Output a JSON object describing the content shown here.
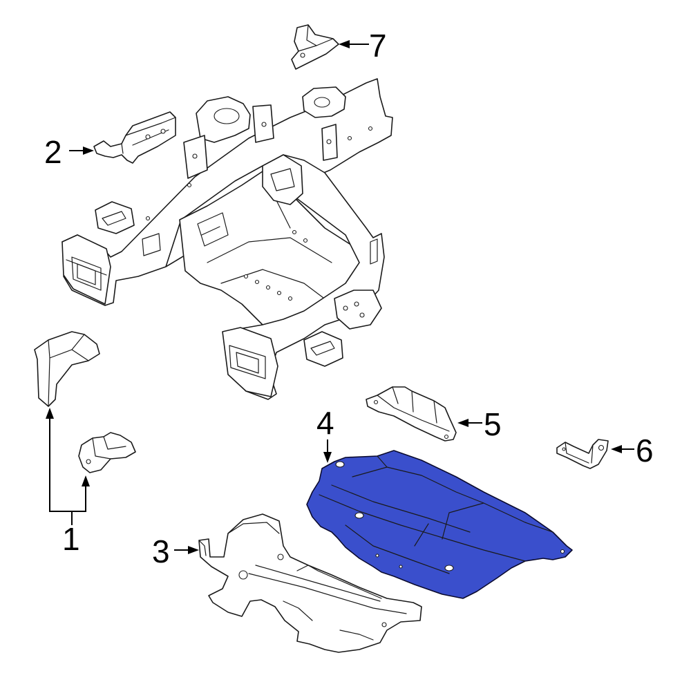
{
  "colors": {
    "highlight": "#3a4fcc",
    "highlight_stroke": "#0a0a2e",
    "line": "#1a1a1a",
    "background": "#ffffff"
  },
  "callouts": {
    "c1": "1",
    "c2": "2",
    "c3": "3",
    "c4": "4",
    "c5": "5",
    "c6": "6",
    "c7": "7"
  }
}
